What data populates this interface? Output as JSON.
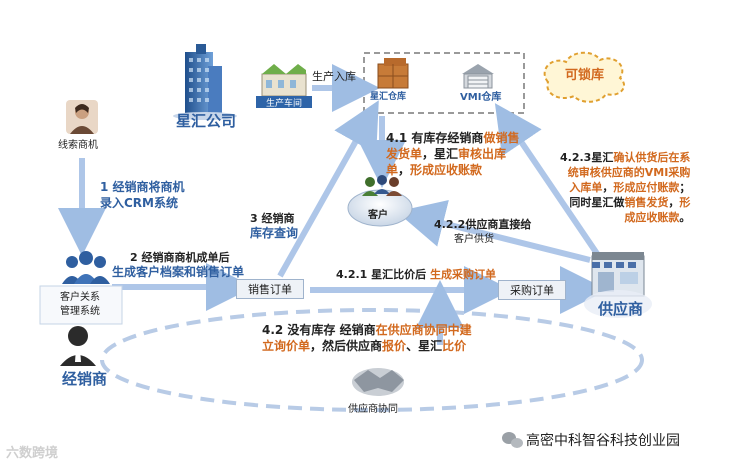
{
  "colors": {
    "arrow": "#aec6e8",
    "accent_orange": "#d2691e",
    "text_blue": "#2f5fa0",
    "lock_cloud": "#fff6d6",
    "lock_cloud_stroke": "#e0a030"
  },
  "nodes": {
    "xinghui_company": "星汇公司",
    "production_workshop": "生产车间",
    "xinghui_warehouse": "星汇仓库",
    "vmi_warehouse": "VMI仓库",
    "lockable_inventory": "可锁库",
    "customer": "客户",
    "supplier": "供应商",
    "lead_opportunity": "线索商机",
    "crm_system": [
      "客户关系",
      "管理系统"
    ],
    "dealer": "经销商",
    "sales_order": "销售订单",
    "purchase_order": "采购订单",
    "supplier_collab": "供应商协同"
  },
  "edges": {
    "production_inbound": "生产入库",
    "step1": [
      "1 经销商将商机",
      "录入CRM系统"
    ],
    "step2": [
      "2 经销商商机成单后",
      "生成客户档案和销售订单"
    ],
    "step3": [
      "3 经销商",
      "库存查询"
    ],
    "step41": [
      [
        {
          "t": "4.1 有库存经销商",
          "c": "dark"
        },
        {
          "t": "做销售",
          "c": "orange"
        }
      ],
      [
        {
          "t": "发货单",
          "c": "orange"
        },
        {
          "t": "，星汇",
          "c": "dark"
        },
        {
          "t": "审核出库",
          "c": "orange"
        }
      ],
      [
        {
          "t": "单",
          "c": "orange"
        },
        {
          "t": "，",
          "c": "dark"
        },
        {
          "t": "形成应收账款",
          "c": "orange"
        }
      ]
    ],
    "step421": [
      {
        "t": "4.2.1 星汇比价后 ",
        "c": "dark"
      },
      {
        "t": "生成采购订单",
        "c": "orange"
      }
    ],
    "step422": [
      "4.2.2供应商直接给",
      "客户供货"
    ],
    "step423": [
      [
        {
          "t": "4.2.3星汇",
          "c": "dark"
        },
        {
          "t": "确认供货后在系",
          "c": "orange"
        }
      ],
      [
        {
          "t": "统审核供应商的VMI采购",
          "c": "orange"
        }
      ],
      [
        {
          "t": "入库单",
          "c": "orange"
        },
        {
          "t": "，",
          "c": "dark"
        },
        {
          "t": "形成应付账款",
          "c": "orange"
        },
        {
          "t": "；",
          "c": "dark"
        }
      ],
      [
        {
          "t": "同时星汇做",
          "c": "dark"
        },
        {
          "t": "销售发货",
          "c": "orange"
        },
        {
          "t": "，",
          "c": "dark"
        },
        {
          "t": "形",
          "c": "orange"
        }
      ],
      [
        {
          "t": "成应收账款",
          "c": "orange"
        },
        {
          "t": "。",
          "c": "dark"
        }
      ]
    ],
    "step42": [
      [
        {
          "t": "4.2 没有库存 ",
          "c": "dark"
        },
        {
          "t": "经销商",
          "c": "dark"
        },
        {
          "t": "在供应商协同中建",
          "c": "orange"
        }
      ],
      [
        {
          "t": "立询价单",
          "c": "orange"
        },
        {
          "t": "，然后",
          "c": "dark"
        },
        {
          "t": "供应商",
          "c": "dark"
        },
        {
          "t": "报价",
          "c": "orange"
        },
        {
          "t": "、星汇",
          "c": "dark"
        },
        {
          "t": "比价",
          "c": "orange"
        }
      ]
    ]
  },
  "watermarks": {
    "left": "六数跨境",
    "right": "高密中科智谷科技创业园"
  },
  "icons": [
    "building-icon",
    "factory-icon",
    "warehouse-boxes-icon",
    "vmi-warehouse-icon",
    "customer-group-icon",
    "store-icon",
    "person-photo-icon",
    "crm-users-icon",
    "dealer-person-icon",
    "handshake-icon",
    "wechat-icon"
  ]
}
